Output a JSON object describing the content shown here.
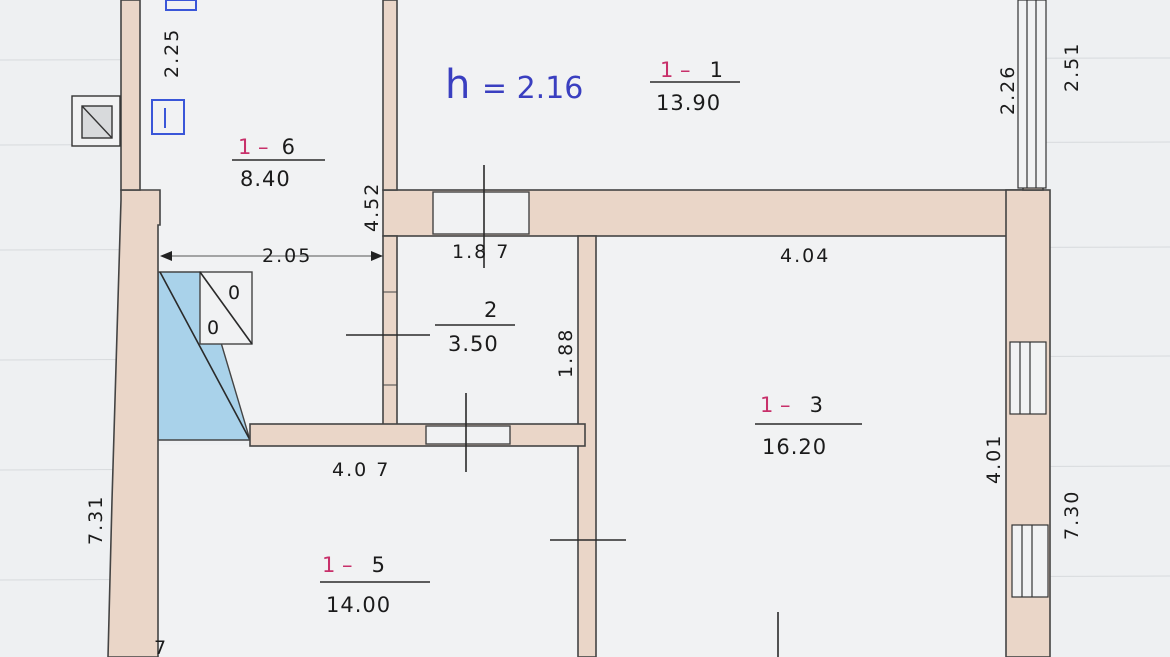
{
  "height_label": {
    "prefix": "h",
    "value": "= 2.16",
    "color": "#3a3fc0"
  },
  "rooms": {
    "r1": {
      "prefix": "1 –",
      "number": "1",
      "area": "13.90"
    },
    "r2": {
      "prefix": "",
      "number": "2",
      "area": "3.50"
    },
    "r3": {
      "prefix": "1 –",
      "number": "3",
      "area": "16.20"
    },
    "r5": {
      "prefix": "1 –",
      "number": "5",
      "area": "14.00"
    },
    "r6": {
      "prefix": "1 –",
      "number": "6",
      "area": "8.40"
    }
  },
  "dimensions": {
    "d_225": "2.25",
    "d_452": "4.52",
    "d_205": "2.05",
    "d_187": "1.8 7",
    "d_188": "1.88",
    "d_404": "4.04",
    "d_407": "4.0 7",
    "d_731": "7.31",
    "d_226": "2.26",
    "d_251": "2.51",
    "d_401": "4.01",
    "d_730": "7.30"
  },
  "markers": {
    "o_top": "0",
    "o_bottom": "0",
    "corner_mark": "7"
  },
  "colors": {
    "wall_fill": "#ead6c8",
    "room_fill": "#f1f2f3",
    "bath_fill": "#a9d2ea",
    "prefix_pink": "#c8306a",
    "mark_blue": "#3a56d8"
  }
}
